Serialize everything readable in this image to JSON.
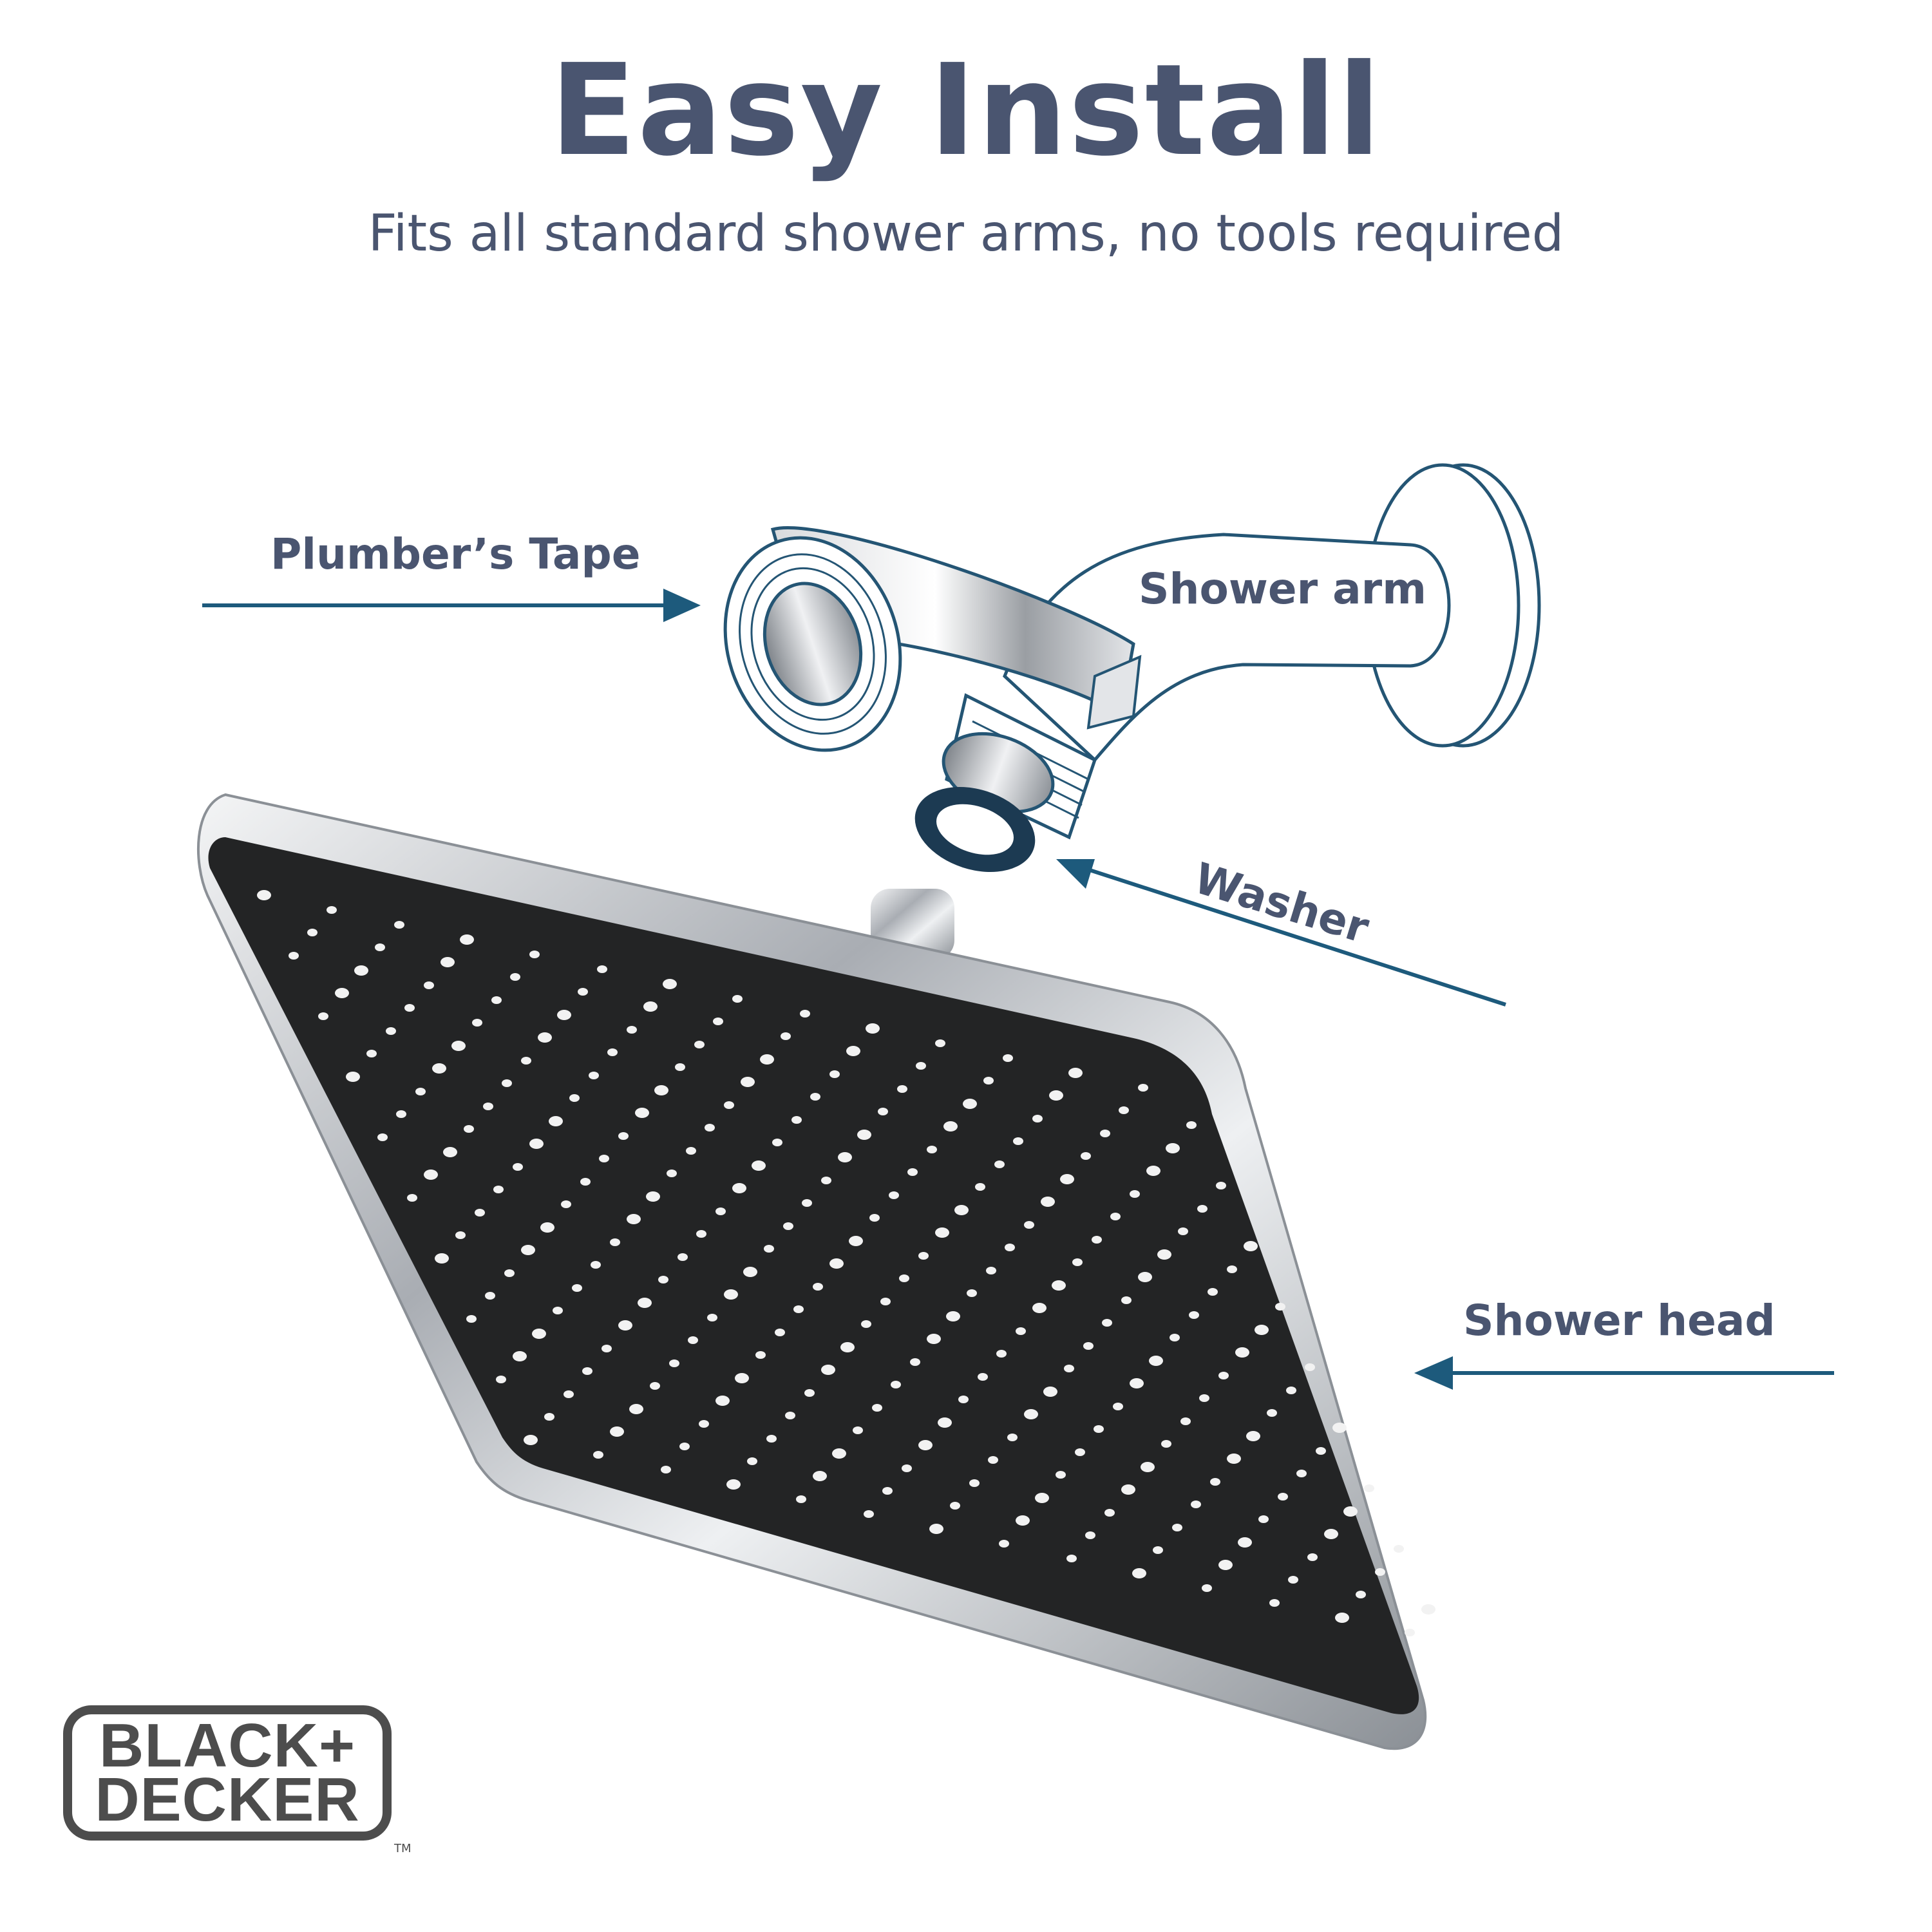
{
  "header": {
    "title": "Easy Install",
    "subtitle": "Fits all standard shower arms, no tools required"
  },
  "callouts": {
    "plumbers_tape": "Plumber’s Tape",
    "shower_arm": "Shower arm",
    "washer": "Washer",
    "shower_head": "Shower head"
  },
  "logo": {
    "line1": "BLACK+",
    "line2": "DECKER",
    "trademark": "TM"
  },
  "colors": {
    "text": "#4a5570",
    "arrow": "#1d5a7c",
    "outline": "#245574",
    "faceplate": "#232425",
    "nozzle": "#f2f2f2",
    "chrome": "#c9ccd0",
    "logo": "#4d4d4d"
  },
  "icons": [
    "arrow-right-icon",
    "arrow-left-icon",
    "tape-roll-icon",
    "shower-arm-icon",
    "washer-icon",
    "shower-head-icon"
  ]
}
